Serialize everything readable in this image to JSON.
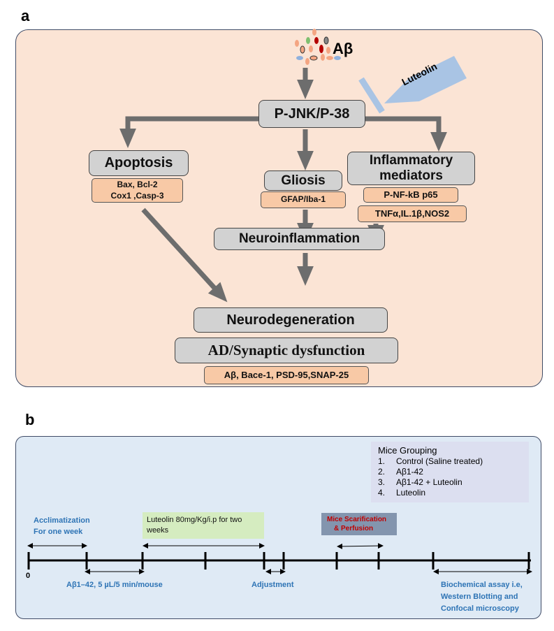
{
  "panel_a": {
    "label": "a",
    "abeta": "Aβ",
    "luteolin": "Luteolin",
    "pjnk": "P-JNK/P-38",
    "apoptosis": "Apoptosis",
    "apoptosis_markers": [
      "Bax, Bcl-2",
      "Cox1 ,Casp-3"
    ],
    "gliosis": "Gliosis",
    "gliosis_markers": "GFAP/Iba-1",
    "inflammatory": [
      "Inflammatory",
      "mediators"
    ],
    "nfkb": "P-NF-kB p65",
    "cytokines": "TNFα,IL.1β,NOS2",
    "neuroinflammation": "Neuroinflammation",
    "neurodegeneration": "Neurodegeneration",
    "ad": "AD/Synaptic dysfunction",
    "ad_markers": "Aβ, Bace-1, PSD-95,SNAP-25",
    "colors": {
      "panel": "#fbe4d5",
      "box": "#d2d2d2",
      "marker": "#f8c9a6",
      "arrow": "#6d6d6d",
      "luteolin": "#a9c4e4"
    }
  },
  "panel_b": {
    "label": "b",
    "grouping_title": "Mice Grouping",
    "groups": [
      {
        "n": "1.",
        "t": "Control (Saline treated)"
      },
      {
        "n": "2.",
        "t": "Aβ1-42"
      },
      {
        "n": "3.",
        "t": "Aβ1-42 + Luteolin"
      },
      {
        "n": "4.",
        "t": "Luteolin"
      }
    ],
    "acclimatization": [
      "Acclimatization",
      "For one week"
    ],
    "luteolin_treatment": [
      "Luteolin 80mg/Kg/i.p for two",
      "weeks"
    ],
    "sacrifice": [
      "Mice Scarification",
      "& Perfusion"
    ],
    "zero": "0",
    "injection": "Aβ1–42, 5 µL/5 min/mouse",
    "adjustment": "Adjustment",
    "assay": [
      "Biochemical assay i.e,",
      "Western Blotting and",
      "Confocal microscopy"
    ],
    "colors": {
      "panel": "#dfeaf5",
      "treatment": "#d5ecc0",
      "sacrifice_box": "#8395ae",
      "sacrifice_text": "#c00000",
      "label_text": "#2e74b5"
    }
  }
}
